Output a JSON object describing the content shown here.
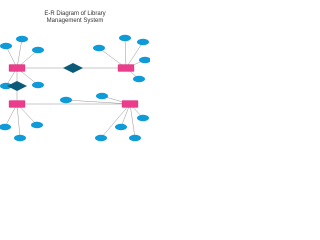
{
  "title": {
    "line1": "E-R Diagram of Library",
    "line2": "Management System"
  },
  "colors": {
    "entity": "#ec3c8c",
    "entity_stroke": "#c92a72",
    "relationship": "#0b5b78",
    "attribute": "#0f9bd8",
    "connector": "#7a7a7a",
    "background": "#ffffff",
    "text": "#333333"
  },
  "entities": [
    {
      "id": "e1"
    },
    {
      "id": "e2"
    },
    {
      "id": "e3"
    },
    {
      "id": "e4"
    }
  ],
  "relationships": [
    {
      "id": "r1"
    },
    {
      "id": "r2"
    }
  ],
  "attributes": [
    {
      "id": "a1"
    },
    {
      "id": "a2"
    },
    {
      "id": "a3"
    },
    {
      "id": "a4"
    },
    {
      "id": "a5"
    },
    {
      "id": "a6"
    },
    {
      "id": "a7"
    },
    {
      "id": "a8"
    },
    {
      "id": "a9"
    },
    {
      "id": "a10"
    },
    {
      "id": "a11"
    },
    {
      "id": "a12"
    },
    {
      "id": "a13"
    },
    {
      "id": "a14"
    },
    {
      "id": "a15"
    },
    {
      "id": "a16"
    },
    {
      "id": "a17"
    },
    {
      "id": "a18"
    },
    {
      "id": "a19"
    }
  ]
}
